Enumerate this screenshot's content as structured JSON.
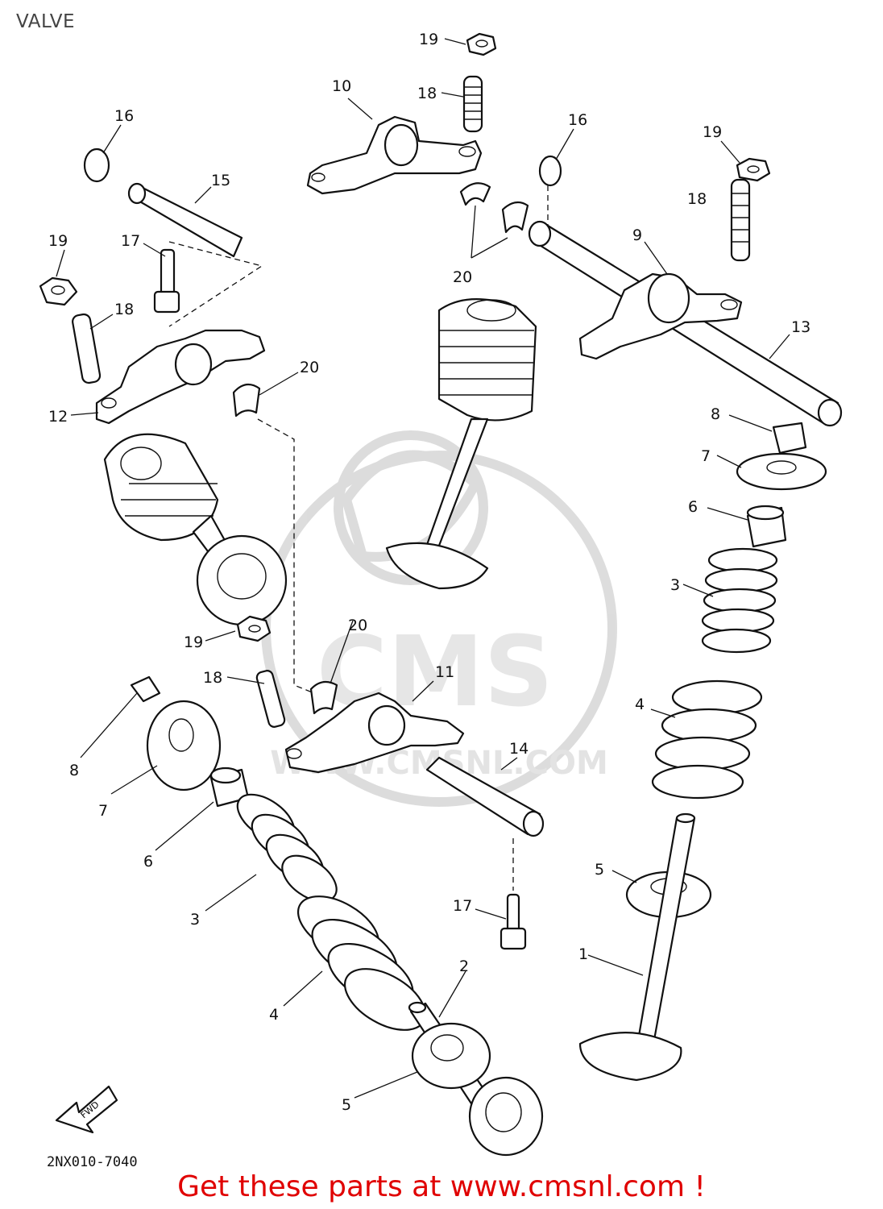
{
  "diagram": {
    "title": "VALVE",
    "drawing_code": "2NX010-7040",
    "watermark": "CMS",
    "watermark_url": "WWW.CMSNL.COM",
    "fwd_label": "FWD",
    "callout": "Get these parts at www.cmsnl.com !",
    "parts": [
      {
        "ref": "1",
        "name": "valve-exhaust"
      },
      {
        "ref": "2",
        "name": "valve-intake"
      },
      {
        "ref": "3",
        "name": "valve-spring-inner"
      },
      {
        "ref": "4",
        "name": "valve-spring-outer"
      },
      {
        "ref": "5",
        "name": "spring-seat"
      },
      {
        "ref": "6",
        "name": "valve-stem-seal"
      },
      {
        "ref": "7",
        "name": "spring-retainer"
      },
      {
        "ref": "8",
        "name": "valve-cotter"
      },
      {
        "ref": "9",
        "name": "rocker-arm"
      },
      {
        "ref": "10",
        "name": "rocker-arm"
      },
      {
        "ref": "11",
        "name": "rocker-arm"
      },
      {
        "ref": "12",
        "name": "rocker-arm"
      },
      {
        "ref": "13",
        "name": "rocker-arm-shaft"
      },
      {
        "ref": "14",
        "name": "rocker-arm-shaft"
      },
      {
        "ref": "15",
        "name": "rocker-arm-shaft"
      },
      {
        "ref": "16",
        "name": "o-ring"
      },
      {
        "ref": "17",
        "name": "bolt"
      },
      {
        "ref": "18",
        "name": "adjusting-screw"
      },
      {
        "ref": "19",
        "name": "nut"
      },
      {
        "ref": "20",
        "name": "pad"
      }
    ],
    "callout_labels": [
      "19",
      "18",
      "10",
      "16",
      "16",
      "19",
      "15",
      "18",
      "20",
      "9",
      "17",
      "19",
      "18",
      "13",
      "20",
      "12",
      "8",
      "7",
      "6",
      "3",
      "19",
      "20",
      "11",
      "18",
      "4",
      "8",
      "7",
      "14",
      "6",
      "5",
      "17",
      "3",
      "1",
      "2",
      "4",
      "5"
    ]
  }
}
